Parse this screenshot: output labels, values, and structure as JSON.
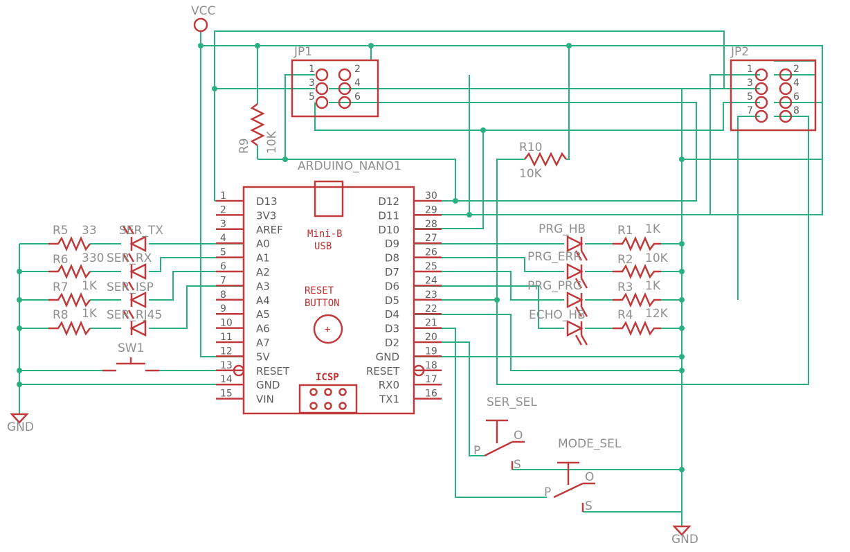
{
  "power": {
    "vcc": "VCC",
    "gnd_left": "GND",
    "gnd_right": "GND"
  },
  "arduino": {
    "name": "ARDUINO_NANO1",
    "usb": [
      "Mini-B",
      "USB"
    ],
    "reset_button": [
      "RESET",
      "BUTTON"
    ],
    "icsp": "ICSP",
    "left_pins": [
      {
        "num": "1",
        "label": "D13"
      },
      {
        "num": "2",
        "label": "3V3"
      },
      {
        "num": "3",
        "label": "AREF"
      },
      {
        "num": "4",
        "label": "A0"
      },
      {
        "num": "5",
        "label": "A1"
      },
      {
        "num": "6",
        "label": "A2"
      },
      {
        "num": "7",
        "label": "A3"
      },
      {
        "num": "8",
        "label": "A4"
      },
      {
        "num": "9",
        "label": "A5"
      },
      {
        "num": "10",
        "label": "A6"
      },
      {
        "num": "11",
        "label": "A7"
      },
      {
        "num": "12",
        "label": "5V"
      },
      {
        "num": "13",
        "label": "RESET"
      },
      {
        "num": "14",
        "label": "GND"
      },
      {
        "num": "15",
        "label": "VIN"
      }
    ],
    "right_pins": [
      {
        "num": "30",
        "label": "D12"
      },
      {
        "num": "29",
        "label": "D11"
      },
      {
        "num": "28",
        "label": "D10"
      },
      {
        "num": "27",
        "label": "D9"
      },
      {
        "num": "26",
        "label": "D8"
      },
      {
        "num": "25",
        "label": "D7"
      },
      {
        "num": "24",
        "label": "D6"
      },
      {
        "num": "23",
        "label": "D5"
      },
      {
        "num": "22",
        "label": "D4"
      },
      {
        "num": "21",
        "label": "D3"
      },
      {
        "num": "20",
        "label": "D2"
      },
      {
        "num": "19",
        "label": "GND"
      },
      {
        "num": "18",
        "label": "RESET"
      },
      {
        "num": "17",
        "label": "RX0"
      },
      {
        "num": "16",
        "label": "TX1"
      }
    ]
  },
  "headers": {
    "jp1": {
      "name": "JP1",
      "pins": [
        "1",
        "2",
        "3",
        "4",
        "5",
        "6"
      ]
    },
    "jp2": {
      "name": "JP2",
      "pins": [
        "1",
        "2",
        "3",
        "4",
        "5",
        "6",
        "7",
        "8"
      ]
    }
  },
  "resistors_left": [
    {
      "name": "R5",
      "value": "33"
    },
    {
      "name": "R6",
      "value": "330"
    },
    {
      "name": "R7",
      "value": "1K"
    },
    {
      "name": "R8",
      "value": "1K"
    }
  ],
  "leds_left": [
    "SER_TX",
    "SER_RX",
    "SER_ISP",
    "SER_RJ45"
  ],
  "resistors_right": [
    {
      "name": "R1",
      "value": "1K"
    },
    {
      "name": "R2",
      "value": "10K"
    },
    {
      "name": "R3",
      "value": "1K"
    },
    {
      "name": "R4",
      "value": "12K"
    }
  ],
  "leds_right": [
    "PRG_HB",
    "PRG_ERR",
    "PRG_PRG",
    "ECHO_HB"
  ],
  "r9": {
    "name": "R9",
    "value": "10K"
  },
  "r10": {
    "name": "R10",
    "value": "10K"
  },
  "sw1": "SW1",
  "switches": {
    "ser_sel": {
      "name": "SER_SEL",
      "p": "P",
      "o": "O",
      "s": "S"
    },
    "mode_sel": {
      "name": "MODE_SEL",
      "p": "P",
      "o": "O",
      "s": "S"
    }
  }
}
